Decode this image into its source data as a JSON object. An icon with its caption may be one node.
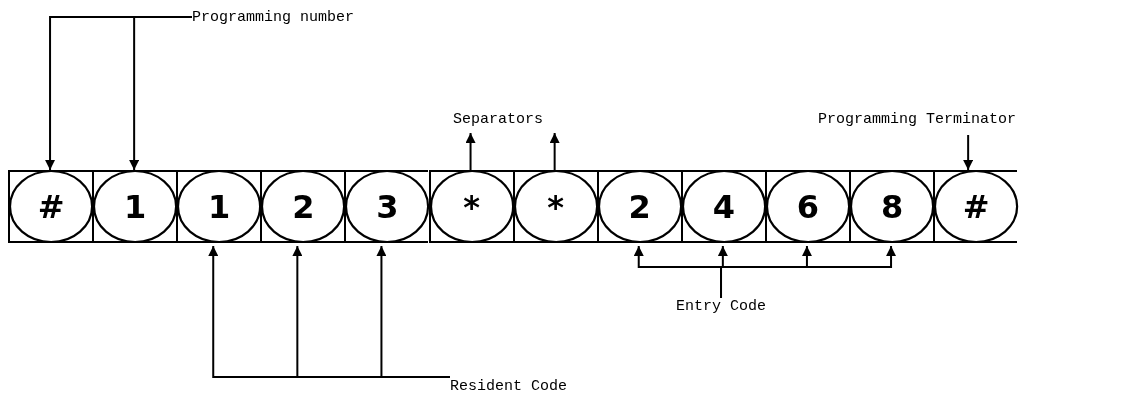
{
  "diagram": {
    "nodes": [
      {
        "text": [
          "Programming number"
        ]
      },
      {
        "text": [
          "Separators"
        ]
      },
      {
        "text": [
          "Programming Terminator"
        ]
      },
      {
        "text": [
          "#"
        ]
      },
      {
        "text": [
          "1"
        ]
      },
      {
        "text": [
          "1"
        ]
      },
      {
        "text": [
          "2"
        ]
      },
      {
        "text": [
          "3"
        ]
      },
      {
        "text": [
          "*"
        ]
      },
      {
        "text": [
          "*"
        ]
      },
      {
        "text": [
          "2"
        ]
      },
      {
        "text": [
          "4"
        ]
      },
      {
        "text": [
          "6"
        ]
      },
      {
        "text": [
          "8"
        ]
      },
      {
        "text": [
          "#"
        ]
      },
      {
        "text": [
          "Entry Code"
        ]
      },
      {
        "text": [
          "Resident Code"
        ]
      }
    ],
    "edges": [
      {
        "from": 0,
        "to": 3,
        "arrow": "to"
      },
      {
        "from": 0,
        "to": 4,
        "arrow": "to"
      },
      {
        "from": 8,
        "to": 1,
        "arrow": "to"
      },
      {
        "from": 9,
        "to": 1,
        "arrow": "to"
      },
      {
        "from": 2,
        "to": 14,
        "arrow": "to"
      },
      {
        "from": 15,
        "to": 10,
        "arrow": "to"
      },
      {
        "from": 15,
        "to": 11,
        "arrow": "to"
      },
      {
        "from": 15,
        "to": 12,
        "arrow": "to"
      },
      {
        "from": 15,
        "to": 13,
        "arrow": "to"
      },
      {
        "from": 16,
        "to": 5,
        "arrow": "to"
      },
      {
        "from": 16,
        "to": 6,
        "arrow": "to"
      },
      {
        "from": 16,
        "to": 7,
        "arrow": "to"
      }
    ]
  }
}
